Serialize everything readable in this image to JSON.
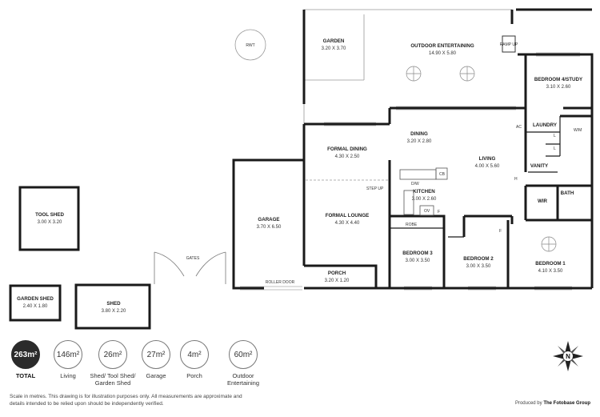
{
  "rooms": {
    "garden": {
      "name": "GARDEN",
      "dim": "3.20 X 3.70"
    },
    "outdoor_entertaining": {
      "name": "OUTDOOR ENTERTAINING",
      "dim": "14.90 X 5.80"
    },
    "bedroom4": {
      "name": "BEDROOM 4/STUDY",
      "dim": "3.10 X 2.60"
    },
    "laundry": {
      "name": "LAUNDRY"
    },
    "dining": {
      "name": "DINING",
      "dim": "3.20 X 2.80"
    },
    "formal_dining": {
      "name": "FORMAL DINING",
      "dim": "4.30 X 2.50"
    },
    "living": {
      "name": "LIVING",
      "dim": "4.00 X 5.60"
    },
    "vanity": {
      "name": "VANITY"
    },
    "kitchen": {
      "name": "KITCHEN",
      "dim": "3.00 X 2.60"
    },
    "wir": {
      "name": "WIR"
    },
    "bath": {
      "name": "BATH"
    },
    "tool_shed": {
      "name": "TOOL SHED",
      "dim": "3.00 X 3.20"
    },
    "garage": {
      "name": "GARAGE",
      "dim": "3.70 X 6.50"
    },
    "formal_lounge": {
      "name": "FORMAL LOUNGE",
      "dim": "4.30 X 4.40"
    },
    "bedroom3": {
      "name": "BEDROOM 3",
      "dim": "3.00 X 3.50"
    },
    "bedroom2": {
      "name": "BEDROOM 2",
      "dim": "3.00 X 3.50"
    },
    "bedroom1": {
      "name": "BEDROOM 1",
      "dim": "4.10 X 3.50"
    },
    "porch": {
      "name": "PORCH",
      "dim": "3.20 X 1.20"
    },
    "garden_shed": {
      "name": "GARDEN SHED",
      "dim": "2.40 X 1.80"
    },
    "shed": {
      "name": "SHED",
      "dim": "3.80 X 2.20"
    }
  },
  "labels": {
    "rwt": "RWT",
    "ramp_up": "RAMP UP",
    "ac": "AC",
    "wm": "W/M",
    "l1": "L",
    "l2": "L",
    "cb": "CB",
    "dw": "D/W",
    "step_up": "STEP UP",
    "ov": "OV",
    "f1": "F",
    "f2": "F",
    "h": "H",
    "robe": "ROBE",
    "gates": "GATES",
    "roller_door": "ROLLER DOOR"
  },
  "stats": [
    {
      "value": "263m²",
      "label": "TOTAL",
      "highlight": true
    },
    {
      "value": "146m²",
      "label": "Living"
    },
    {
      "value": "26m²",
      "label": "Shed/ Tool Shed/ Garden Shed"
    },
    {
      "value": "27m²",
      "label": "Garage"
    },
    {
      "value": "4m²",
      "label": "Porch"
    },
    {
      "value": "60m²",
      "label": "Outdoor Entertaining"
    }
  ],
  "footer": {
    "disclaimer": "Scale in metres. This drawing is for illustration purposes only. All measurements are approximate and details intended to be relied upon should be independently verified.",
    "credit_prefix": "Produced by",
    "credit_name": "The Fotobase Group"
  },
  "compass": {
    "letter": "N",
    "icon": "north-arrow-icon"
  }
}
